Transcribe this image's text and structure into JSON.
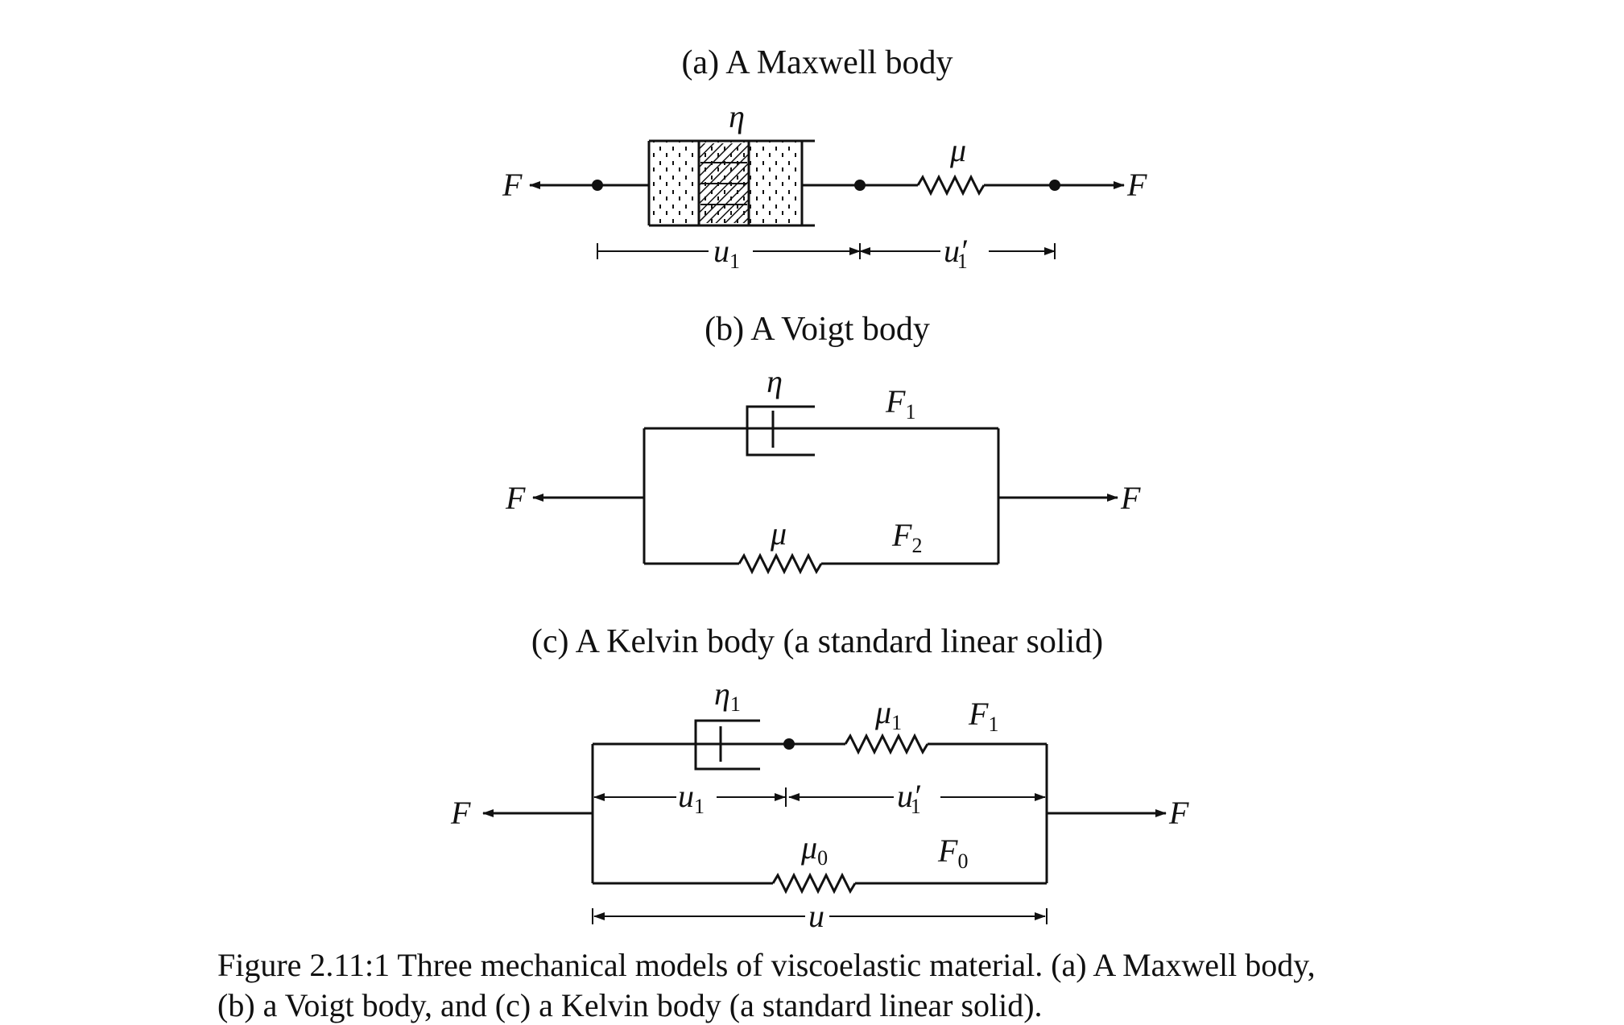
{
  "panel_a": {
    "title": "(a)  A Maxwell body",
    "eta": "η",
    "mu": "μ",
    "force_left": "F",
    "force_right": "F",
    "disp_u": "u",
    "disp_u_sub": "1",
    "disp_u_prime": "u′",
    "disp_u_prime_sub": "1"
  },
  "panel_b": {
    "title": "(b)  A Voigt body",
    "eta": "η",
    "mu": "μ",
    "f1": "F",
    "f1_sub": "1",
    "f2": "F",
    "f2_sub": "2",
    "force_left": "F",
    "force_right": "F"
  },
  "panel_c": {
    "title": "(c)  A Kelvin body (a standard linear solid)",
    "eta": "η",
    "eta_sub": "1",
    "mu1": "μ",
    "mu1_sub": "1",
    "f1": "F",
    "f1_sub": "1",
    "mu0": "μ",
    "mu0_sub": "0",
    "f0": "F",
    "f0_sub": "0",
    "u1": "u",
    "u1_sub": "1",
    "u1p": "u′",
    "u1p_sub": "1",
    "u": "u",
    "force_left": "F",
    "force_right": "F"
  },
  "caption": {
    "line1": "Figure 2.11:1  Three mechanical models of viscoelastic material. (a) A Maxwell body,",
    "line2": "(b) a Voigt body, and (c) a Kelvin body (a standard linear solid)."
  }
}
